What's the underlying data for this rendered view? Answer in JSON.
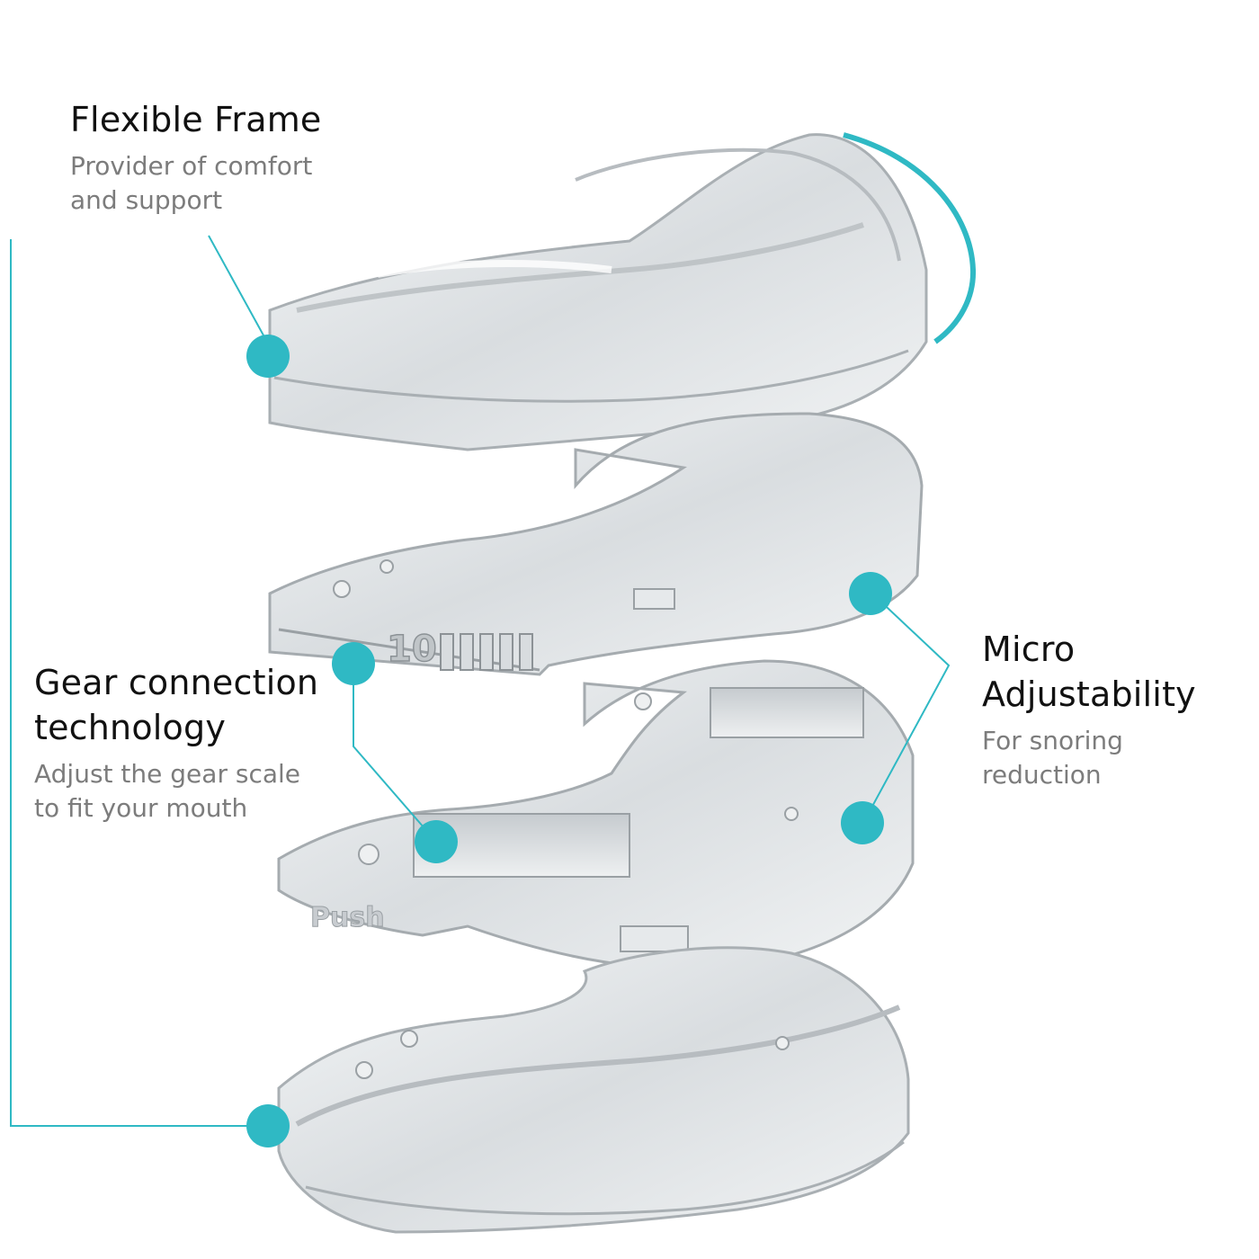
{
  "labels": {
    "flexible_frame": {
      "title": "Flexible Frame",
      "subtitle_lines": [
        "Provider of comfort",
        "and support"
      ]
    },
    "gear_connection": {
      "title_lines": [
        "Gear connection",
        "technology"
      ],
      "subtitle_lines": [
        "Adjust the gear scale",
        "to fit your mouth"
      ]
    },
    "micro_adjustability": {
      "title_lines": [
        "Micro",
        "Adjustability"
      ],
      "subtitle_lines": [
        "For snoring",
        "reduction"
      ]
    }
  },
  "gear_scale_text": "10",
  "push_text": "Push",
  "colors": {
    "accent": "#2fb9c4",
    "title": "#111111",
    "subtitle": "#7c7c7c",
    "background": "#ffffff"
  }
}
